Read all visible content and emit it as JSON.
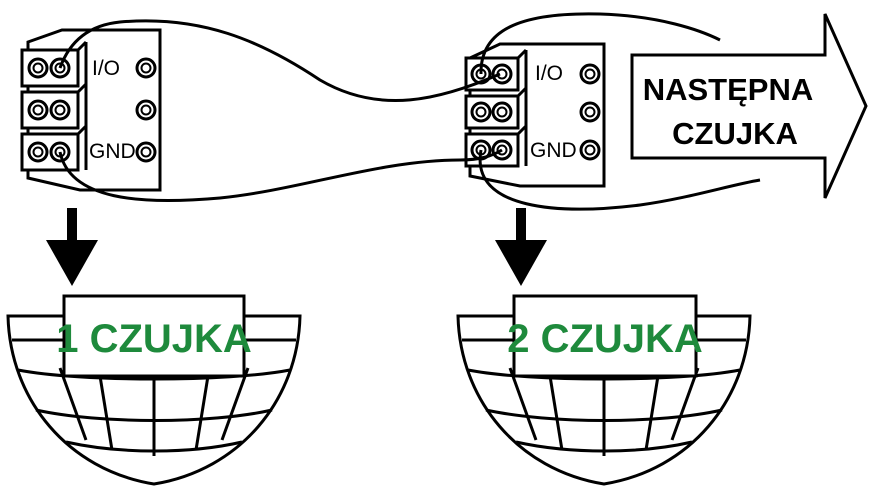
{
  "terminal_blocks": [
    {
      "labels": {
        "io": "I/O",
        "gnd": "GND"
      }
    },
    {
      "labels": {
        "io": "I/O",
        "gnd": "GND"
      }
    }
  ],
  "detectors": [
    {
      "label": "1 CZUJKA"
    },
    {
      "label": "2 CZUJKA"
    }
  ],
  "next_arrow": {
    "line1": "NASTĘPNA",
    "line2": "CZUJKA"
  },
  "colors": {
    "label_text": "#1e8a3c",
    "line": "#000000",
    "background": "#ffffff"
  }
}
